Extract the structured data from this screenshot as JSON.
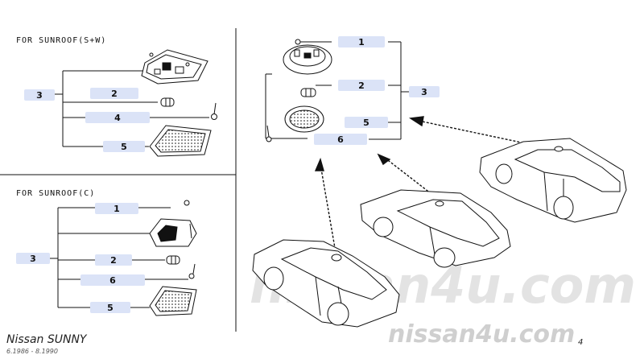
{
  "sections": {
    "sunroof_sw": {
      "title": "FOR SUNROOF(S+W)"
    },
    "sunroof_c": {
      "title": "FOR SUNROOF(C)"
    }
  },
  "callouts": {
    "sw_3": "3",
    "sw_2": "2",
    "sw_4": "4",
    "sw_5": "5",
    "c_1": "1",
    "c_3": "3",
    "c_2": "2",
    "c_6": "6",
    "c_5": "5",
    "r_1": "1",
    "r_2": "2",
    "r_3": "3",
    "r_5": "5",
    "r_6": "6"
  },
  "watermark": {
    "center": "nissan4u.com",
    "bottom": "nissan4u.com"
  },
  "footer": {
    "model": "Nissan SUNNY",
    "dates": "6.1986 - 8.1990",
    "page_mark": "4"
  },
  "colors": {
    "tag_bg": "#dbe3f7",
    "line": "#111111",
    "watermark": "#e3e3e3"
  },
  "icons": [
    "dome-lamp-icon",
    "bulb-icon",
    "screw-icon",
    "lens-icon",
    "sedan-car-icon",
    "coupe-car-icon",
    "hatchback-car-icon"
  ]
}
